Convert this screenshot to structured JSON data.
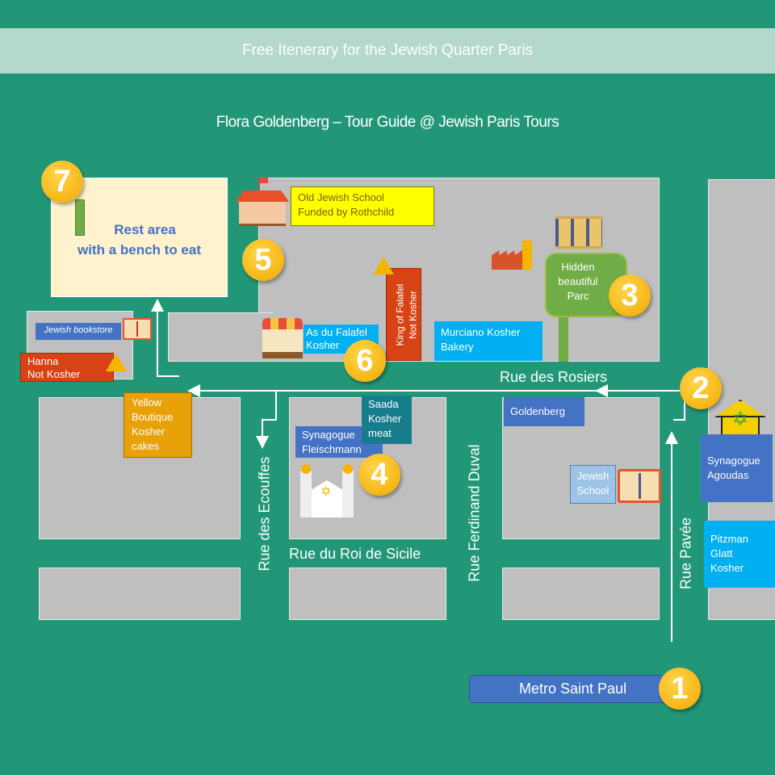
{
  "header": {
    "title": "Free Itenerary for the Jewish Quarter Paris",
    "subtitle": "Flora Goldenberg – Tour Guide @ Jewish Paris Tours"
  },
  "places": {
    "rest_area": {
      "line1": "Rest area",
      "line2": "with a bench to eat"
    },
    "old_school": {
      "line1": "Old Jewish School",
      "line2": "Funded by Rothchild"
    },
    "bookstore": "Jewish bookstore",
    "hanna": {
      "line1": "Hanna",
      "line2": "Not Kosher"
    },
    "king_falafel": {
      "line1": "King of Falafel",
      "line2": "Not Kosher"
    },
    "as_du_falafel": {
      "line1": "As du Falafel",
      "line2": "Kosher"
    },
    "murciano": {
      "line1": "Murciano Kosher",
      "line2": "Bakery"
    },
    "parc": {
      "line1": "Hidden",
      "line2": "beautiful",
      "line3": "Parc"
    },
    "yellow_boutique": {
      "line1": "Yellow",
      "line2": "Boutique",
      "line3": "Kosher",
      "line4": "cakes"
    },
    "saada": {
      "line1": "Saada",
      "line2": "Kosher",
      "line3": "meat"
    },
    "fleischmann": {
      "line1": "Synagogue",
      "line2": "Fleischmann"
    },
    "goldenberg": "Goldenberg",
    "jewish_school": {
      "line1": "Jewish",
      "line2": "School"
    },
    "agoudas": {
      "line1": "Synagogue",
      "line2": "Agoudas"
    },
    "pitzman": {
      "line1": "Pitzman",
      "line2": "Glatt",
      "line3": "Kosher"
    },
    "metro": "Metro Saint Paul"
  },
  "streets": {
    "rosiers": "Rue des Rosiers",
    "ecouffes": "Rue des Ecouffes",
    "roi_sicile": "Rue du Roi de Sicile",
    "ferdinand": "Rue Ferdinand Duval",
    "pavee": "Rue Pavée"
  },
  "stops": [
    "1",
    "2",
    "3",
    "4",
    "5",
    "6",
    "7"
  ],
  "colors": {
    "background": "#229777",
    "blue": "#4472c4",
    "cyan": "#00b0f0",
    "red": "#d84316",
    "yellow": "#ffff00",
    "green": "#70ad47"
  }
}
